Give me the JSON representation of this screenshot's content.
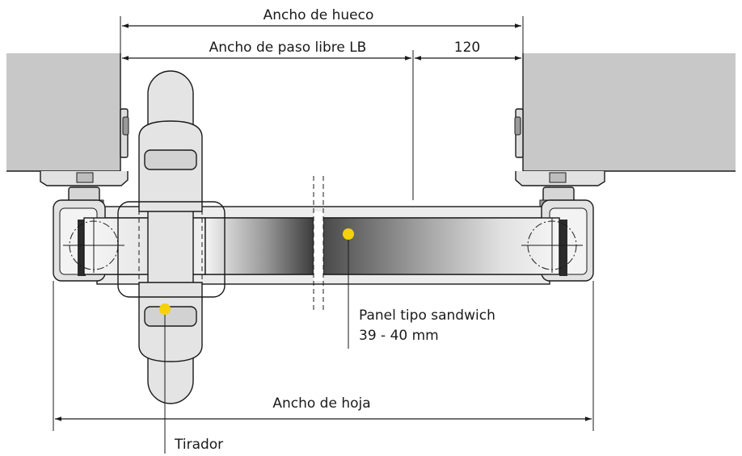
{
  "labels": {
    "opening_width": "Ancho de hueco",
    "clear_width": "Ancho de paso libre LB",
    "offset": "120",
    "leaf_width": "Ancho de hoja",
    "panel_line1": "Panel tipo sandwich",
    "panel_line2": "39 - 40 mm",
    "handle": "Tirador"
  },
  "colors": {
    "wall": "#c8c8c8",
    "frame": "#e2e2e2",
    "handle": "#e4e4e4",
    "marker": "#f5d20a",
    "line": "#1a1a1a"
  }
}
